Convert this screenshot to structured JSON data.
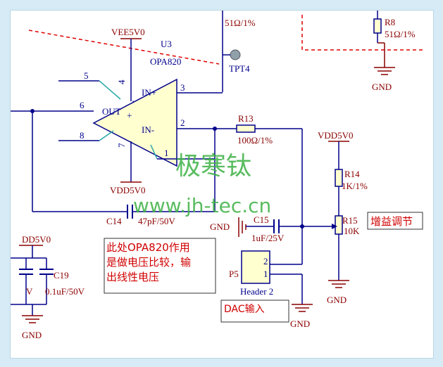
{
  "labels": {
    "r8_value": "51Ω/1%",
    "r8_ref": "R8",
    "r_top_value": "51Ω/1%",
    "gnd_top": "GND",
    "vee_net": "VEE5V0",
    "u3_ref": "U3",
    "u3_part": "OPA820",
    "tpt4": "TPT4",
    "pin5": "5",
    "pin4": "4",
    "pin3": "3",
    "in_plus": "IN+",
    "pin6": "6",
    "out": "OUT",
    "plus_sign": "+",
    "minus_sign": "-",
    "in_minus": "IN-",
    "pin2": "2",
    "pin8": "8",
    "pin7": "7",
    "pin1": "1",
    "vdd_bottom": "VDD5V0",
    "r13_ref": "R13",
    "r13_value": "100Ω/1%",
    "vdd_right": "VDD5V0",
    "r14_ref": "R14",
    "r14_value": "1K/1%",
    "r15_ref": "R15",
    "r15_value": "10K",
    "gain_note": "增益调节",
    "c14_ref": "C14",
    "c14_value": "47pF/50V",
    "gnd_c15": "GND",
    "c15_ref": "C15",
    "c15_value": "1uF/25V",
    "p5_ref": "P5",
    "p5_pin2": "2",
    "p5_pin1": "1",
    "header": "Header 2",
    "dac_note": "DAC输入",
    "gnd_dac": "GND",
    "gnd_r15": "GND",
    "vdd_left": "DD5V0",
    "c19_ref": "C19",
    "c19_value": "0.1uF/50V",
    "left_cap_value": "V",
    "gnd_left": "GND",
    "comment_line1": "此处OPA820作用",
    "comment_line2": "是做电压比较，输",
    "comment_line3": "出线性电压"
  },
  "watermark": {
    "cn": "极寒钛",
    "url": "www.jh-tec.cn"
  },
  "colors": {
    "wire": "#00008b",
    "net": "#8b0000",
    "watermark": "#3cb043",
    "cyan": "#2aa7a7",
    "dashed": "#e00000",
    "bg": "#d6ebf5"
  }
}
